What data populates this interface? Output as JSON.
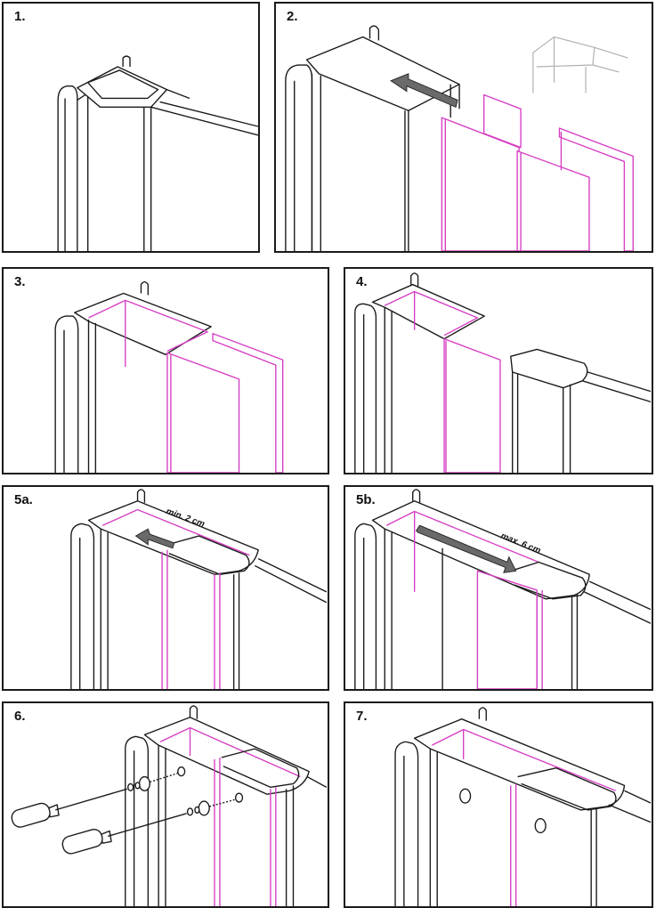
{
  "steps": [
    {
      "id": "1",
      "label": "1."
    },
    {
      "id": "2",
      "label": "2."
    },
    {
      "id": "3",
      "label": "3."
    },
    {
      "id": "4",
      "label": "4."
    },
    {
      "id": "5a",
      "label": "5a.",
      "note": "min. 2 cm"
    },
    {
      "id": "5b",
      "label": "5b.",
      "note": "max. 6 cm"
    },
    {
      "id": "6",
      "label": "6."
    },
    {
      "id": "7",
      "label": "7."
    }
  ],
  "colors": {
    "outline": "#1a1a1a",
    "seal": "#d63fc4",
    "arrow": "#6a6a6a",
    "ghost": "#b0b0b0"
  }
}
